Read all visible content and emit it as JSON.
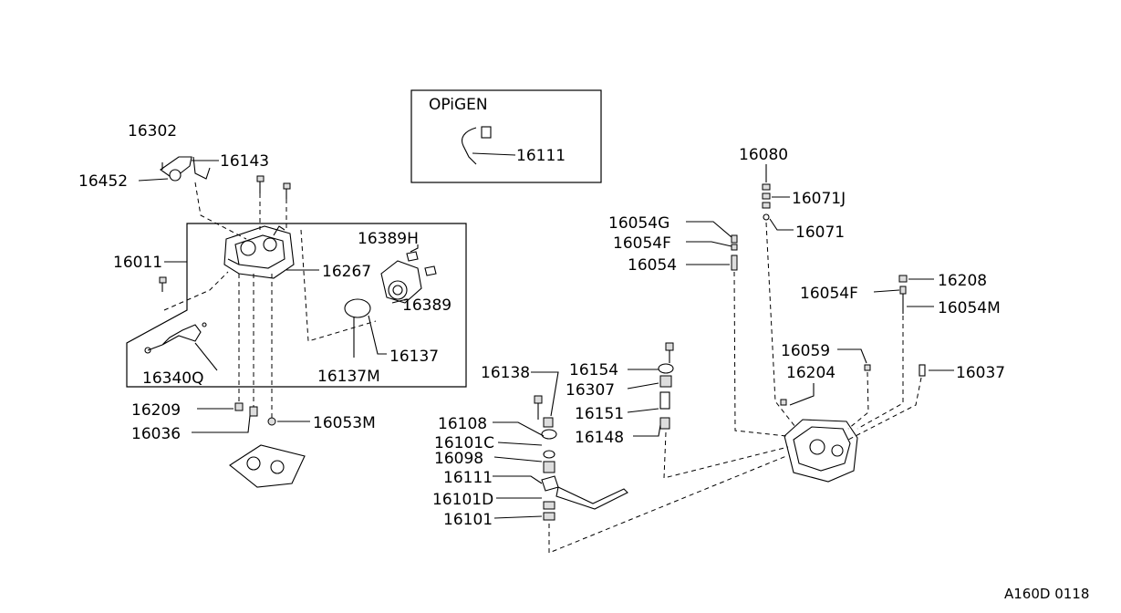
{
  "inset": {
    "title": "OPiGEN",
    "part": "16111"
  },
  "labels": {
    "p16302": "16302",
    "p16143": "16143",
    "p16452": "16452",
    "p16011": "16011",
    "p16389H": "16389H",
    "p16267": "16267",
    "p16389": "16389",
    "p16137": "16137",
    "p16137M": "16137M",
    "p16340Q": "16340Q",
    "p16209": "16209",
    "p16036": "16036",
    "p16053M": "16053M",
    "p16080": "16080",
    "p16071J": "16071J",
    "p16071": "16071",
    "p16054G": "16054G",
    "p16054F_a": "16054F",
    "p16054": "16054",
    "p16208": "16208",
    "p16054F_b": "16054F",
    "p16054M": "16054M",
    "p16059": "16059",
    "p16204": "16204",
    "p16037": "16037",
    "p16138": "16138",
    "p16154": "16154",
    "p16307": "16307",
    "p16151": "16151",
    "p16148": "16148",
    "p16108": "16108",
    "p16101C": "16101C",
    "p16098": "16098",
    "p16111": "16111",
    "p16101D": "16101D",
    "p16101": "16101"
  },
  "diagram_code": "A160D 0118"
}
